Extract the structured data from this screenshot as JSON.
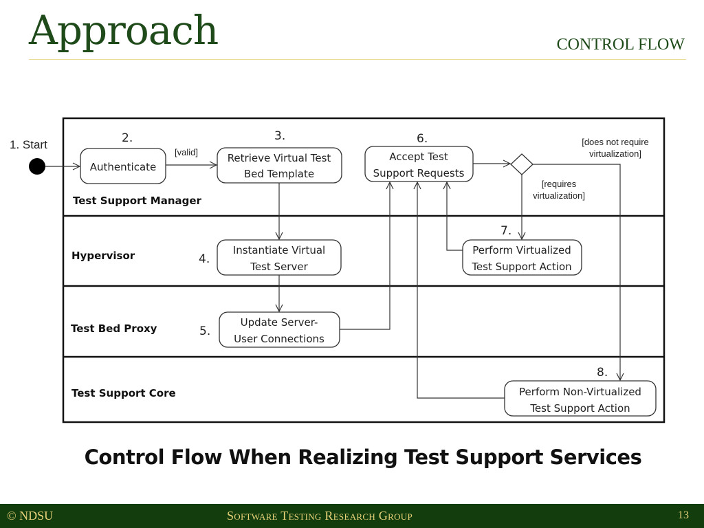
{
  "slide": {
    "title": "Approach",
    "subtitle": "CONTROL FLOW",
    "caption": "Control Flow When Realizing Test Support Services"
  },
  "footer": {
    "left": "© NDSU",
    "center": "Software Testing Research Group",
    "page_number": "13"
  },
  "diagram": {
    "start_label": "1. Start",
    "lanes": [
      {
        "label": "Test Support Manager"
      },
      {
        "label": "Hypervisor"
      },
      {
        "label": "Test Bed Proxy"
      },
      {
        "label": "Test Support Core"
      }
    ],
    "actions": [
      {
        "number": "2.",
        "lines": [
          "Authenticate"
        ]
      },
      {
        "number": "3.",
        "lines": [
          "Retrieve Virtual Test",
          "Bed Template"
        ]
      },
      {
        "number": "4.",
        "lines": [
          "Instantiate Virtual",
          "Test Server"
        ]
      },
      {
        "number": "5.",
        "lines": [
          "Update Server-",
          "User Connections"
        ]
      },
      {
        "number": "6.",
        "lines": [
          "Accept Test",
          "Support Requests"
        ]
      },
      {
        "number": "7.",
        "lines": [
          "Perform Virtualized",
          "Test Support Action"
        ]
      },
      {
        "number": "8.",
        "lines": [
          "Perform Non-Virtualized",
          "Test Support Action"
        ]
      }
    ],
    "guards": {
      "valid": "[valid]",
      "no_virtualization": [
        "[does not require",
        "virtualization]"
      ],
      "virtualization": [
        "[requires",
        "virtualization]"
      ]
    }
  }
}
